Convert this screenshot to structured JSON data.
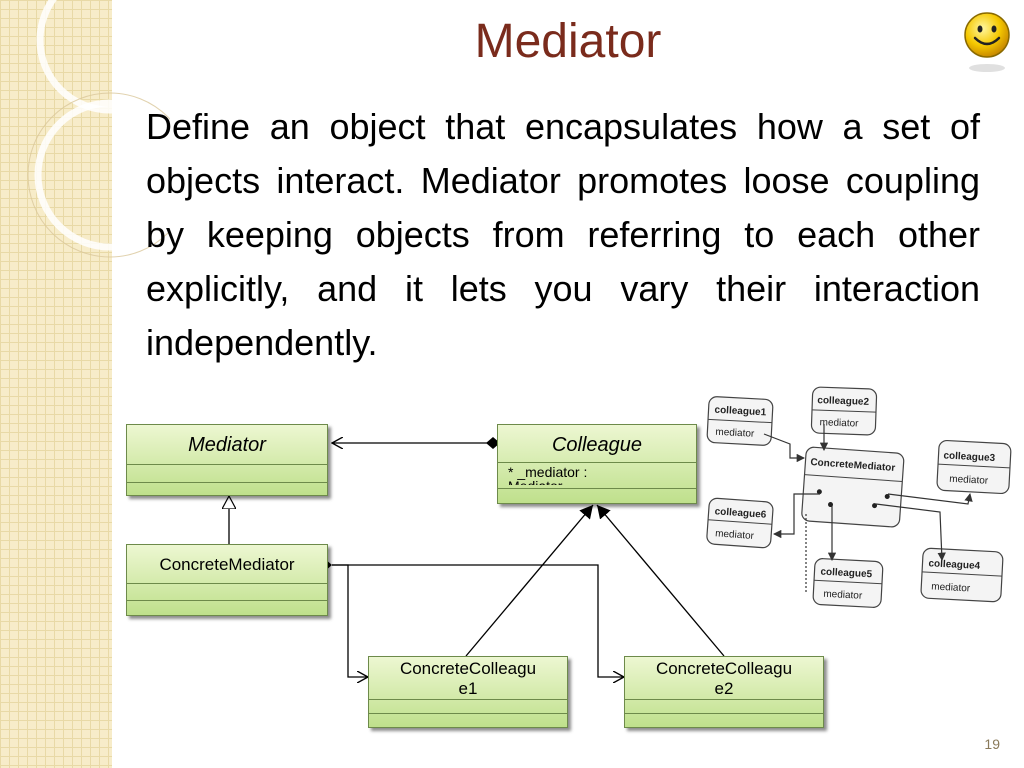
{
  "slide": {
    "title": "Mediator",
    "body": "Define an object that encapsulates how a set of objects interact. Mediator promotes loose coupling by keeping objects from referring to each other explicitly, and it lets you vary their interaction independently.",
    "page_number": "19",
    "icon": "smiley-face-icon"
  },
  "uml": {
    "mediator": {
      "name": "Mediator"
    },
    "colleague": {
      "name": "Colleague",
      "attribute": "* _mediator :\nMediator"
    },
    "concrete_mediator": {
      "name": "ConcreteMediator"
    },
    "concrete_colleague1": {
      "name": "ConcreteColleagu\ne1"
    },
    "concrete_colleague2": {
      "name": "ConcreteColleagu\ne2"
    }
  },
  "object_diagram": {
    "mediator": {
      "name": "ConcreteMediator"
    },
    "colleagues": [
      {
        "name": "colleague1",
        "field": "mediator"
      },
      {
        "name": "colleague2",
        "field": "mediator"
      },
      {
        "name": "colleague3",
        "field": "mediator"
      },
      {
        "name": "colleague4",
        "field": "mediator"
      },
      {
        "name": "colleague5",
        "field": "mediator"
      },
      {
        "name": "colleague6",
        "field": "mediator"
      }
    ]
  },
  "colors": {
    "title": "#7a2b1c",
    "uml_fill_top": "#edf7d2",
    "uml_fill_bottom": "#bfe08c",
    "uml_border": "#6d8a4a",
    "side_panel": "#f7ecc9"
  }
}
